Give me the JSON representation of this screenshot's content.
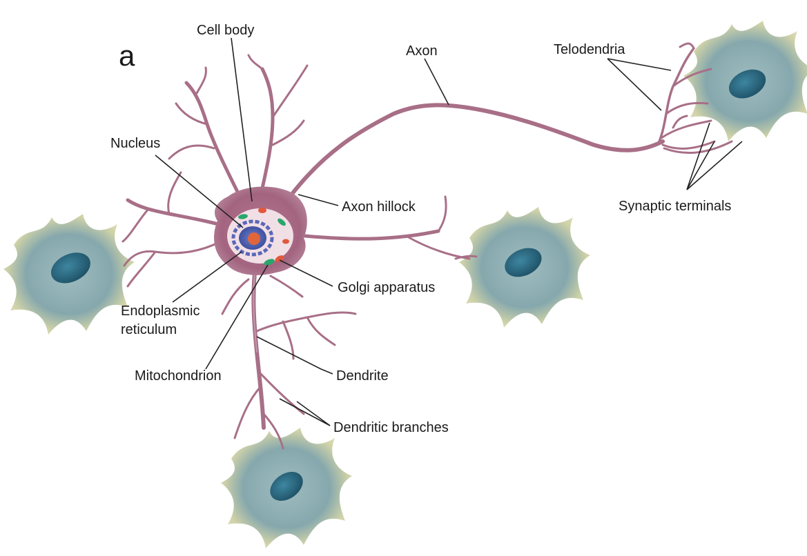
{
  "figure": {
    "panel_label": "a",
    "labels": {
      "cell_body": "Cell body",
      "axon": "Axon",
      "telodendria": "Telodendria",
      "nucleus": "Nucleus",
      "axon_hillock": "Axon hillock",
      "synaptic_terminals": "Synaptic terminals",
      "golgi_apparatus": "Golgi apparatus",
      "endoplasmic_reticulum_line1": "Endoplasmic",
      "endoplasmic_reticulum_line2": "reticulum",
      "mitochondrion": "Mitochondrion",
      "dendrite": "Dendrite",
      "dendritic_branches": "Dendritic branches"
    }
  },
  "colors": {
    "neuron": "#a86f87",
    "neuron_light": "#c99aae",
    "nucleus": "#4b5fa8",
    "nucleolus": "#e0663a",
    "golgi": "#2aa56b",
    "target_cell": "#7fa3a8",
    "target_nucleus": "#2f6a80",
    "target_rim": "#d9d39a"
  }
}
